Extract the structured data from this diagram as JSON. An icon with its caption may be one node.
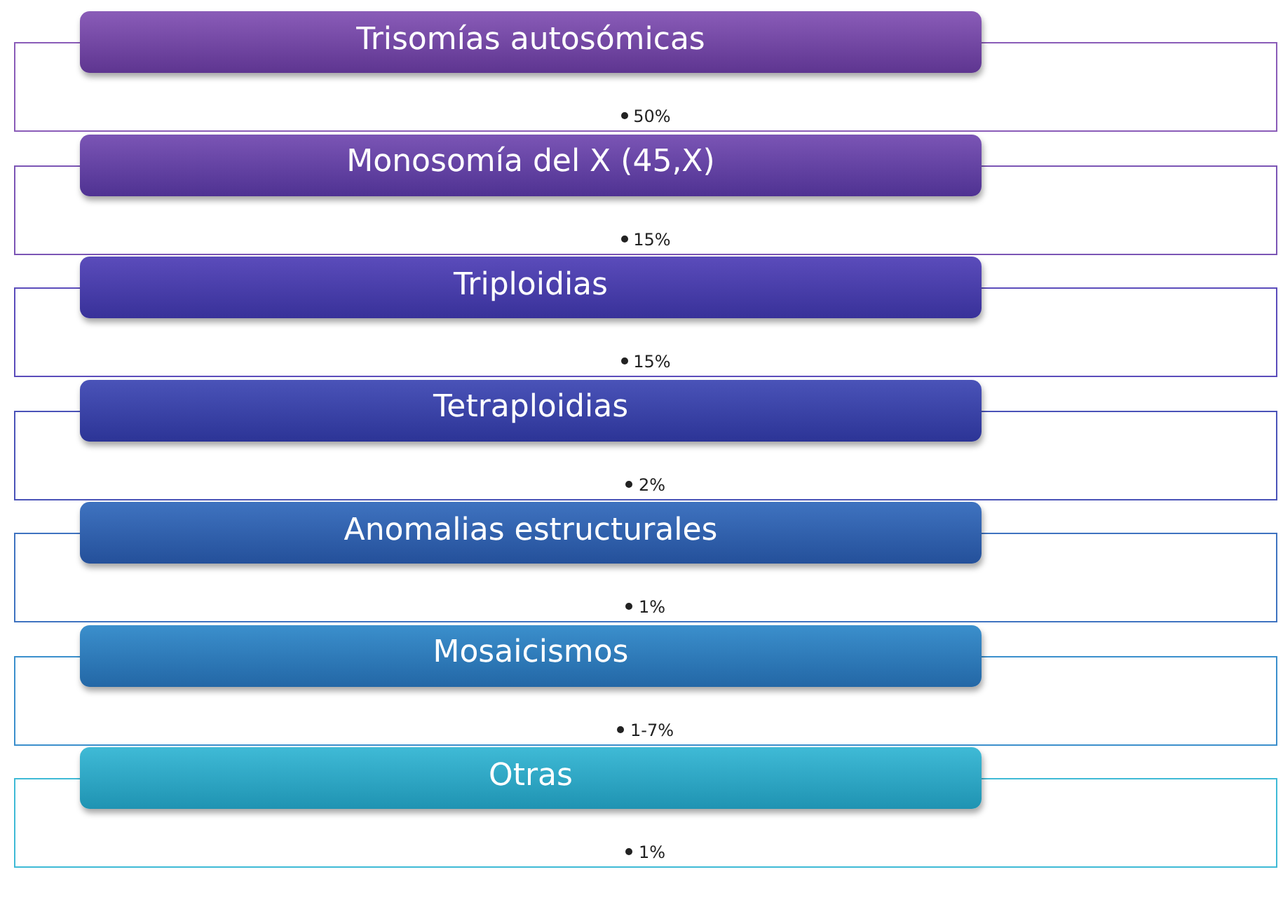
{
  "diagram": {
    "nodes": [
      {
        "text": [
          "Trisomías autosómicas"
        ]
      },
      {
        "text": [
          "50%"
        ]
      },
      {
        "text": [
          "Monosomía del X (45,X)"
        ]
      },
      {
        "text": [
          "15%"
        ]
      },
      {
        "text": [
          "Triploidias"
        ]
      },
      {
        "text": [
          "15%"
        ]
      },
      {
        "text": [
          "Tetraploidias"
        ]
      },
      {
        "text": [
          "2%"
        ]
      },
      {
        "text": [
          "Anomalias estructurales"
        ]
      },
      {
        "text": [
          "1%"
        ]
      },
      {
        "text": [
          "Mosaicismos"
        ]
      },
      {
        "text": [
          "1-7%"
        ]
      },
      {
        "text": [
          "Otras"
        ]
      },
      {
        "text": [
          "1%"
        ]
      }
    ]
  }
}
